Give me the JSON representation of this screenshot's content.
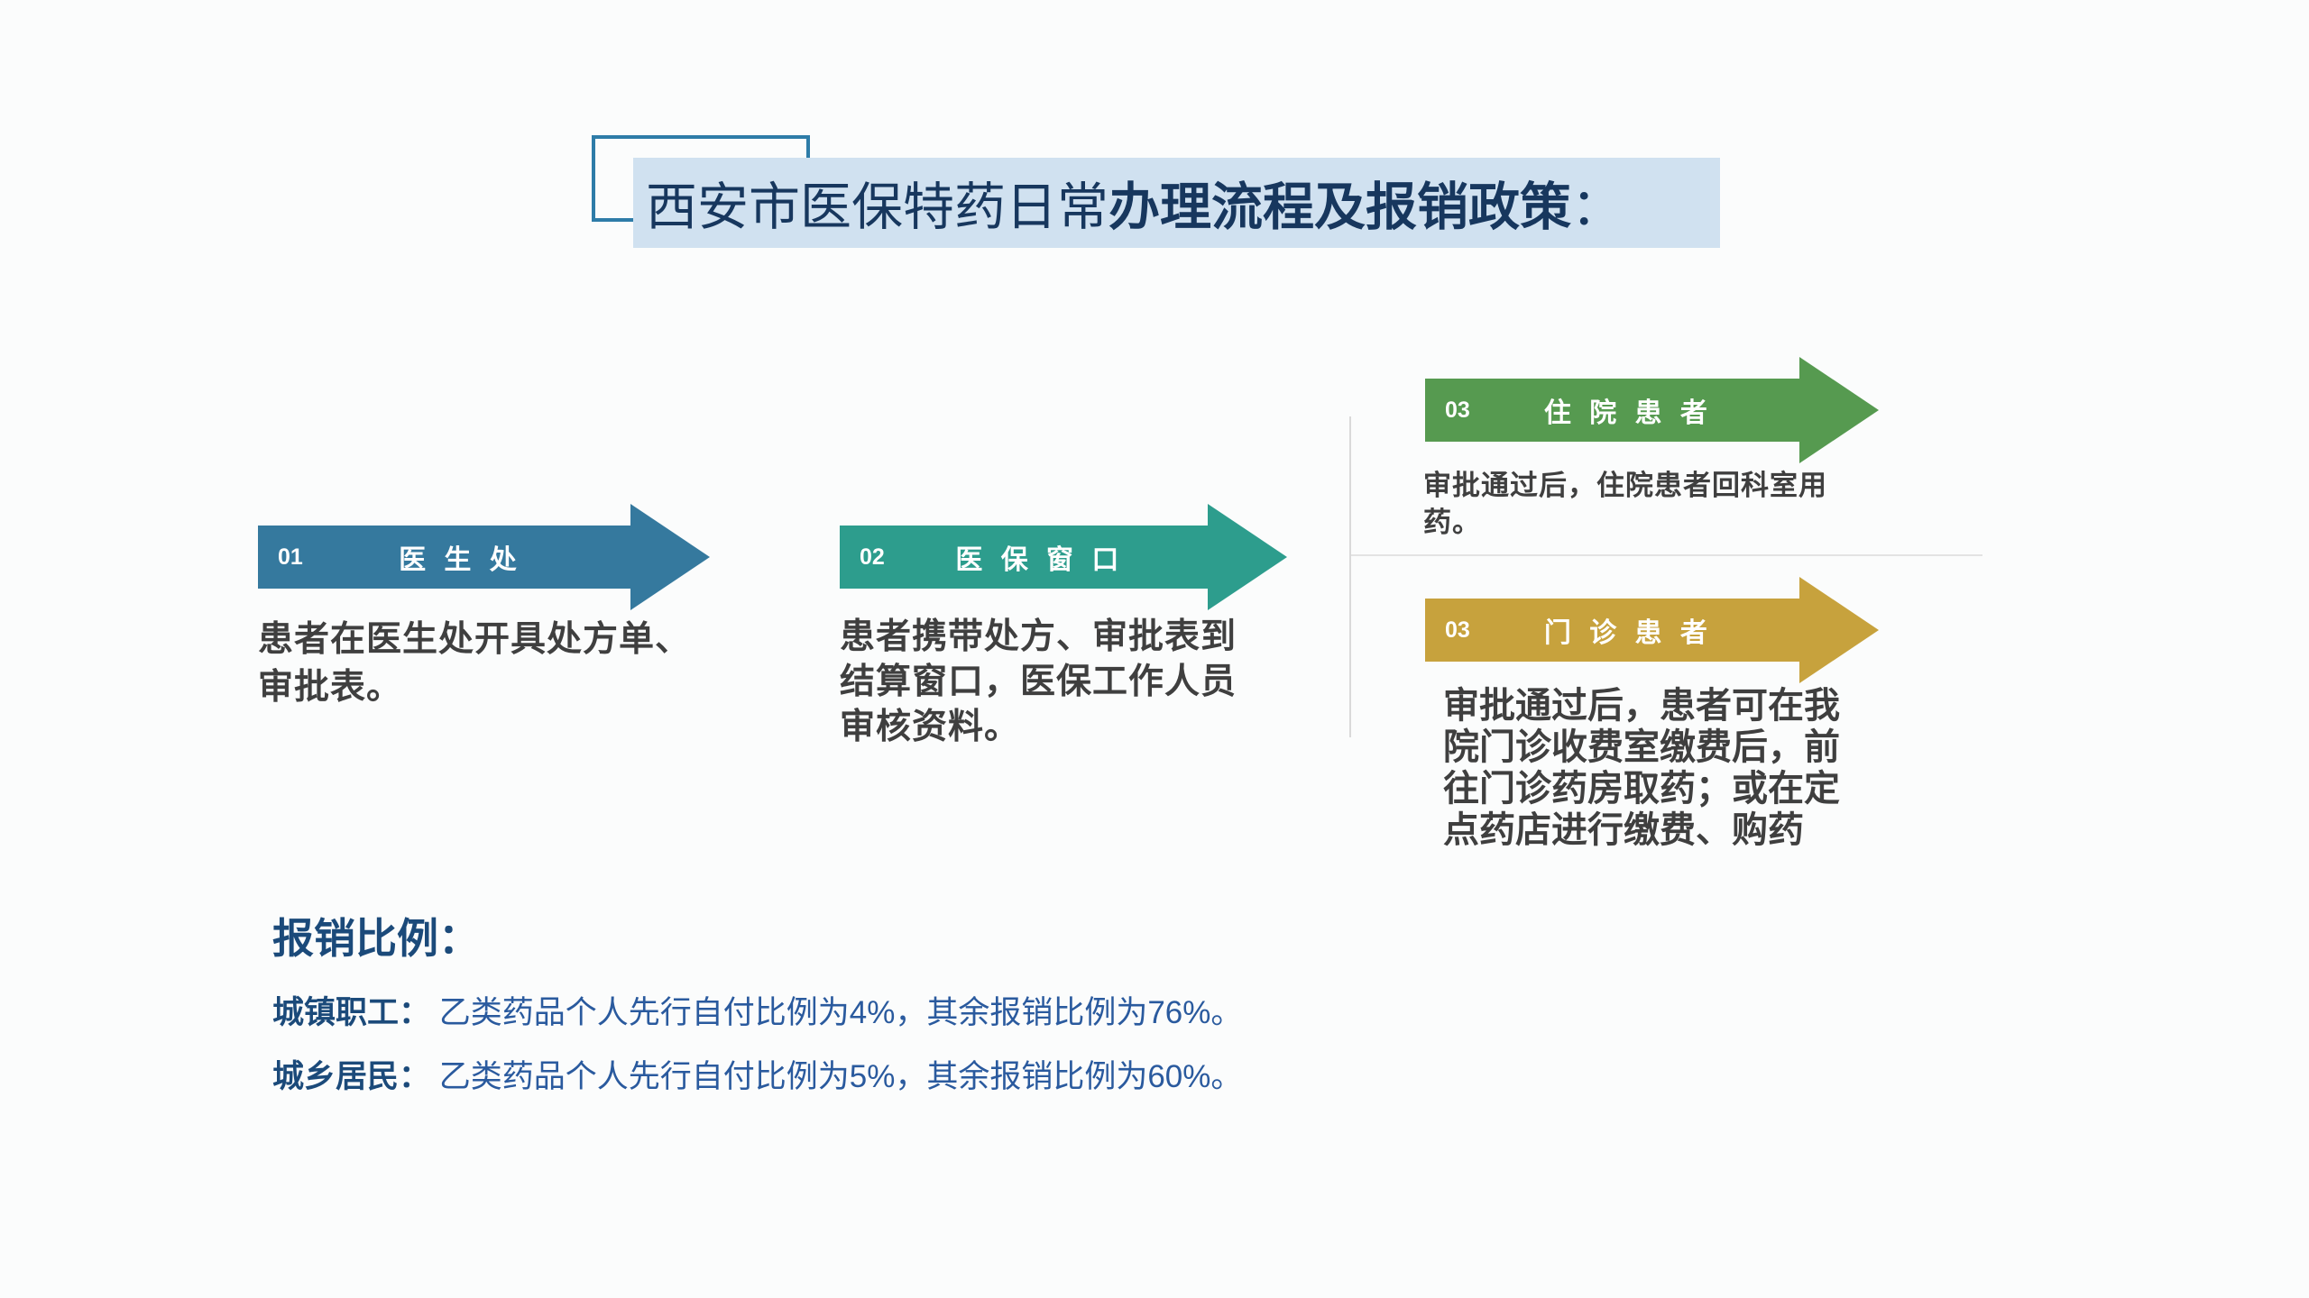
{
  "title": {
    "normal": "西安市医保特药日常",
    "bold": "办理流程及报销政策",
    "colon": "："
  },
  "steps": [
    {
      "number": "01",
      "label": "医 生 处",
      "description": "患者在医生处开具处方单、审批表。",
      "color": "#35799e"
    },
    {
      "number": "02",
      "label": "医 保 窗 口",
      "description": "患者携带处方、审批表到结算窗口，医保工作人员审核资料。",
      "color": "#2d9d8d"
    },
    {
      "number": "03",
      "label": "住 院 患 者",
      "description": "审批通过后，住院患者回科室用药。",
      "color": "#569a50"
    },
    {
      "number": "03",
      "label": "门 诊 患 者",
      "description": "审批通过后，患者可在我院门诊收费室缴费后，前往门诊药房取药；或在定点药店进行缴费、购药",
      "color": "#c7a23d"
    }
  ],
  "reimbursement": {
    "heading": "报销比例：",
    "items": [
      {
        "label": "城镇职工：",
        "text": "乙类药品个人先行自付比例为4%，其余报销比例为76%。"
      },
      {
        "label": "城乡居民：",
        "text": "乙类药品个人先行自付比例为5%，其余报销比例为60%。"
      }
    ]
  },
  "colors": {
    "title_text": "#17375e",
    "title_highlight": "#d0e1f0",
    "title_box_border": "#2e7ca8",
    "description_text": "#3f3f3f",
    "divider": "#d9d9d9",
    "reimbursement_heading": "#1b4a7a",
    "reimbursement_text": "#2a5a9e"
  }
}
